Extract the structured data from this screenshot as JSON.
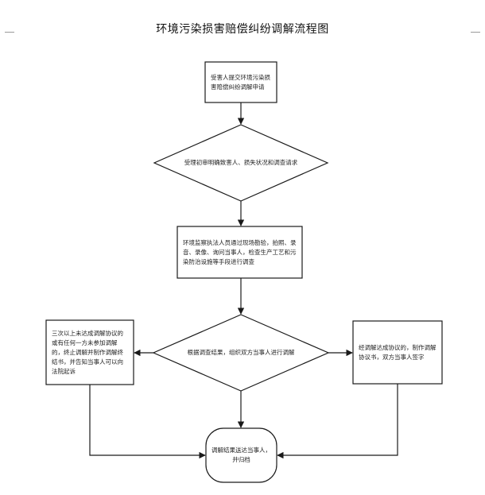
{
  "title": "环境污染损害赔偿纠纷调解流程图",
  "colors": {
    "line": "#1a1a1a",
    "text": "#222222",
    "background": "#ffffff"
  },
  "nodes": {
    "apply": "受害人提交环境污染损害赔偿纠纷调解申请",
    "review": "受理初审明确致害人、损失状况和调查请求",
    "investigate": "环境监察执法人员通过现场勘验，拍照、录音、录像、询问当事人，检查生产工艺和污染防治设施等手段进行调查",
    "mediate": "根据调查结果，组织双方当事人进行调解",
    "fail": "三次以上未达成调解协议的或有任何一方未参加调解的，终止调解并制作调解终结书，并告知当事人可以向法院起诉",
    "success": "经调解达成协议的，制作调解协议书，双方当事人签字",
    "deliver": "调解结果送达当事人，并归档"
  }
}
